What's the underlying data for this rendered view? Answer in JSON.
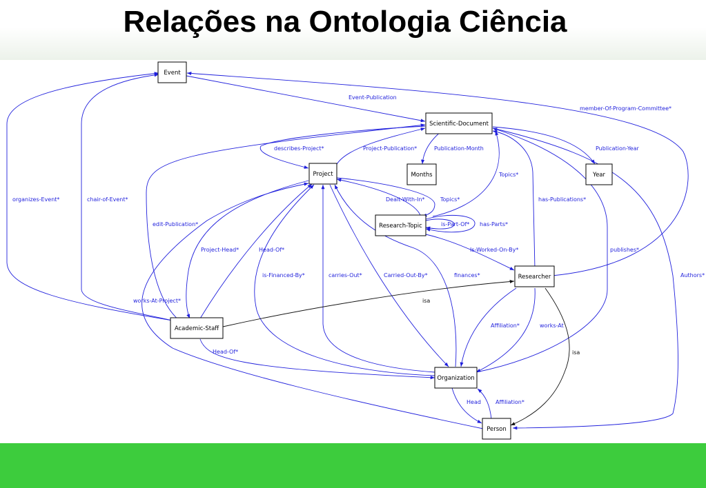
{
  "title": "Relações na Ontologia Ciência",
  "colors": {
    "relation": "#1f1fdc",
    "isa": "#111111",
    "footer": "#3dcc3d",
    "node_border": "#000000"
  },
  "nodes": {
    "event": "Event",
    "scientific_document": "Scientific-Document",
    "project": "Project",
    "months": "Months",
    "year": "Year",
    "research_topic": "Research-Topic",
    "researcher": "Researcher",
    "academic_staff": "Academic-Staff",
    "organization": "Organization",
    "person": "Person"
  },
  "edges": {
    "event_publication": "Event-Publication",
    "member_of_program_committee": "member-Of-Program-Committee*",
    "describes_project": "describes-Project*",
    "project_publication": "Project-Publication*",
    "publication_month": "Publication-Month",
    "publication_year": "Publication-Year",
    "organizes_event": "organizes-Event*",
    "chair_of_event": "chair-of-Event*",
    "edit_publication": "edit-Publication*",
    "dealt_with_in": "Dealt-With-In*",
    "topics_1": "Topics*",
    "topics_2": "Topics*",
    "is_part_of": "is-Part-Of*",
    "has_parts": "has-Parts*",
    "has_publications": "has-Publications*",
    "publishes": "publishes*",
    "authors": "Authors*",
    "project_head": "Project-Head*",
    "head_of_1": "Head-Of*",
    "is_worked_on_by": "Is-Worked-On-By*",
    "is_financed_by": "is-Financed-By*",
    "carries_out": "carries-Out*",
    "carried_out_by": "Carried-Out-By*",
    "finances": "finances*",
    "works_at_project": "works-At-Project*",
    "isa_1": "isa",
    "affiliation_1": "Affiliation*",
    "works_at": "works-At",
    "isa_2": "isa",
    "head_of_2": "Head-Of*",
    "head": "Head",
    "affiliation_2": "Affiliation*"
  }
}
